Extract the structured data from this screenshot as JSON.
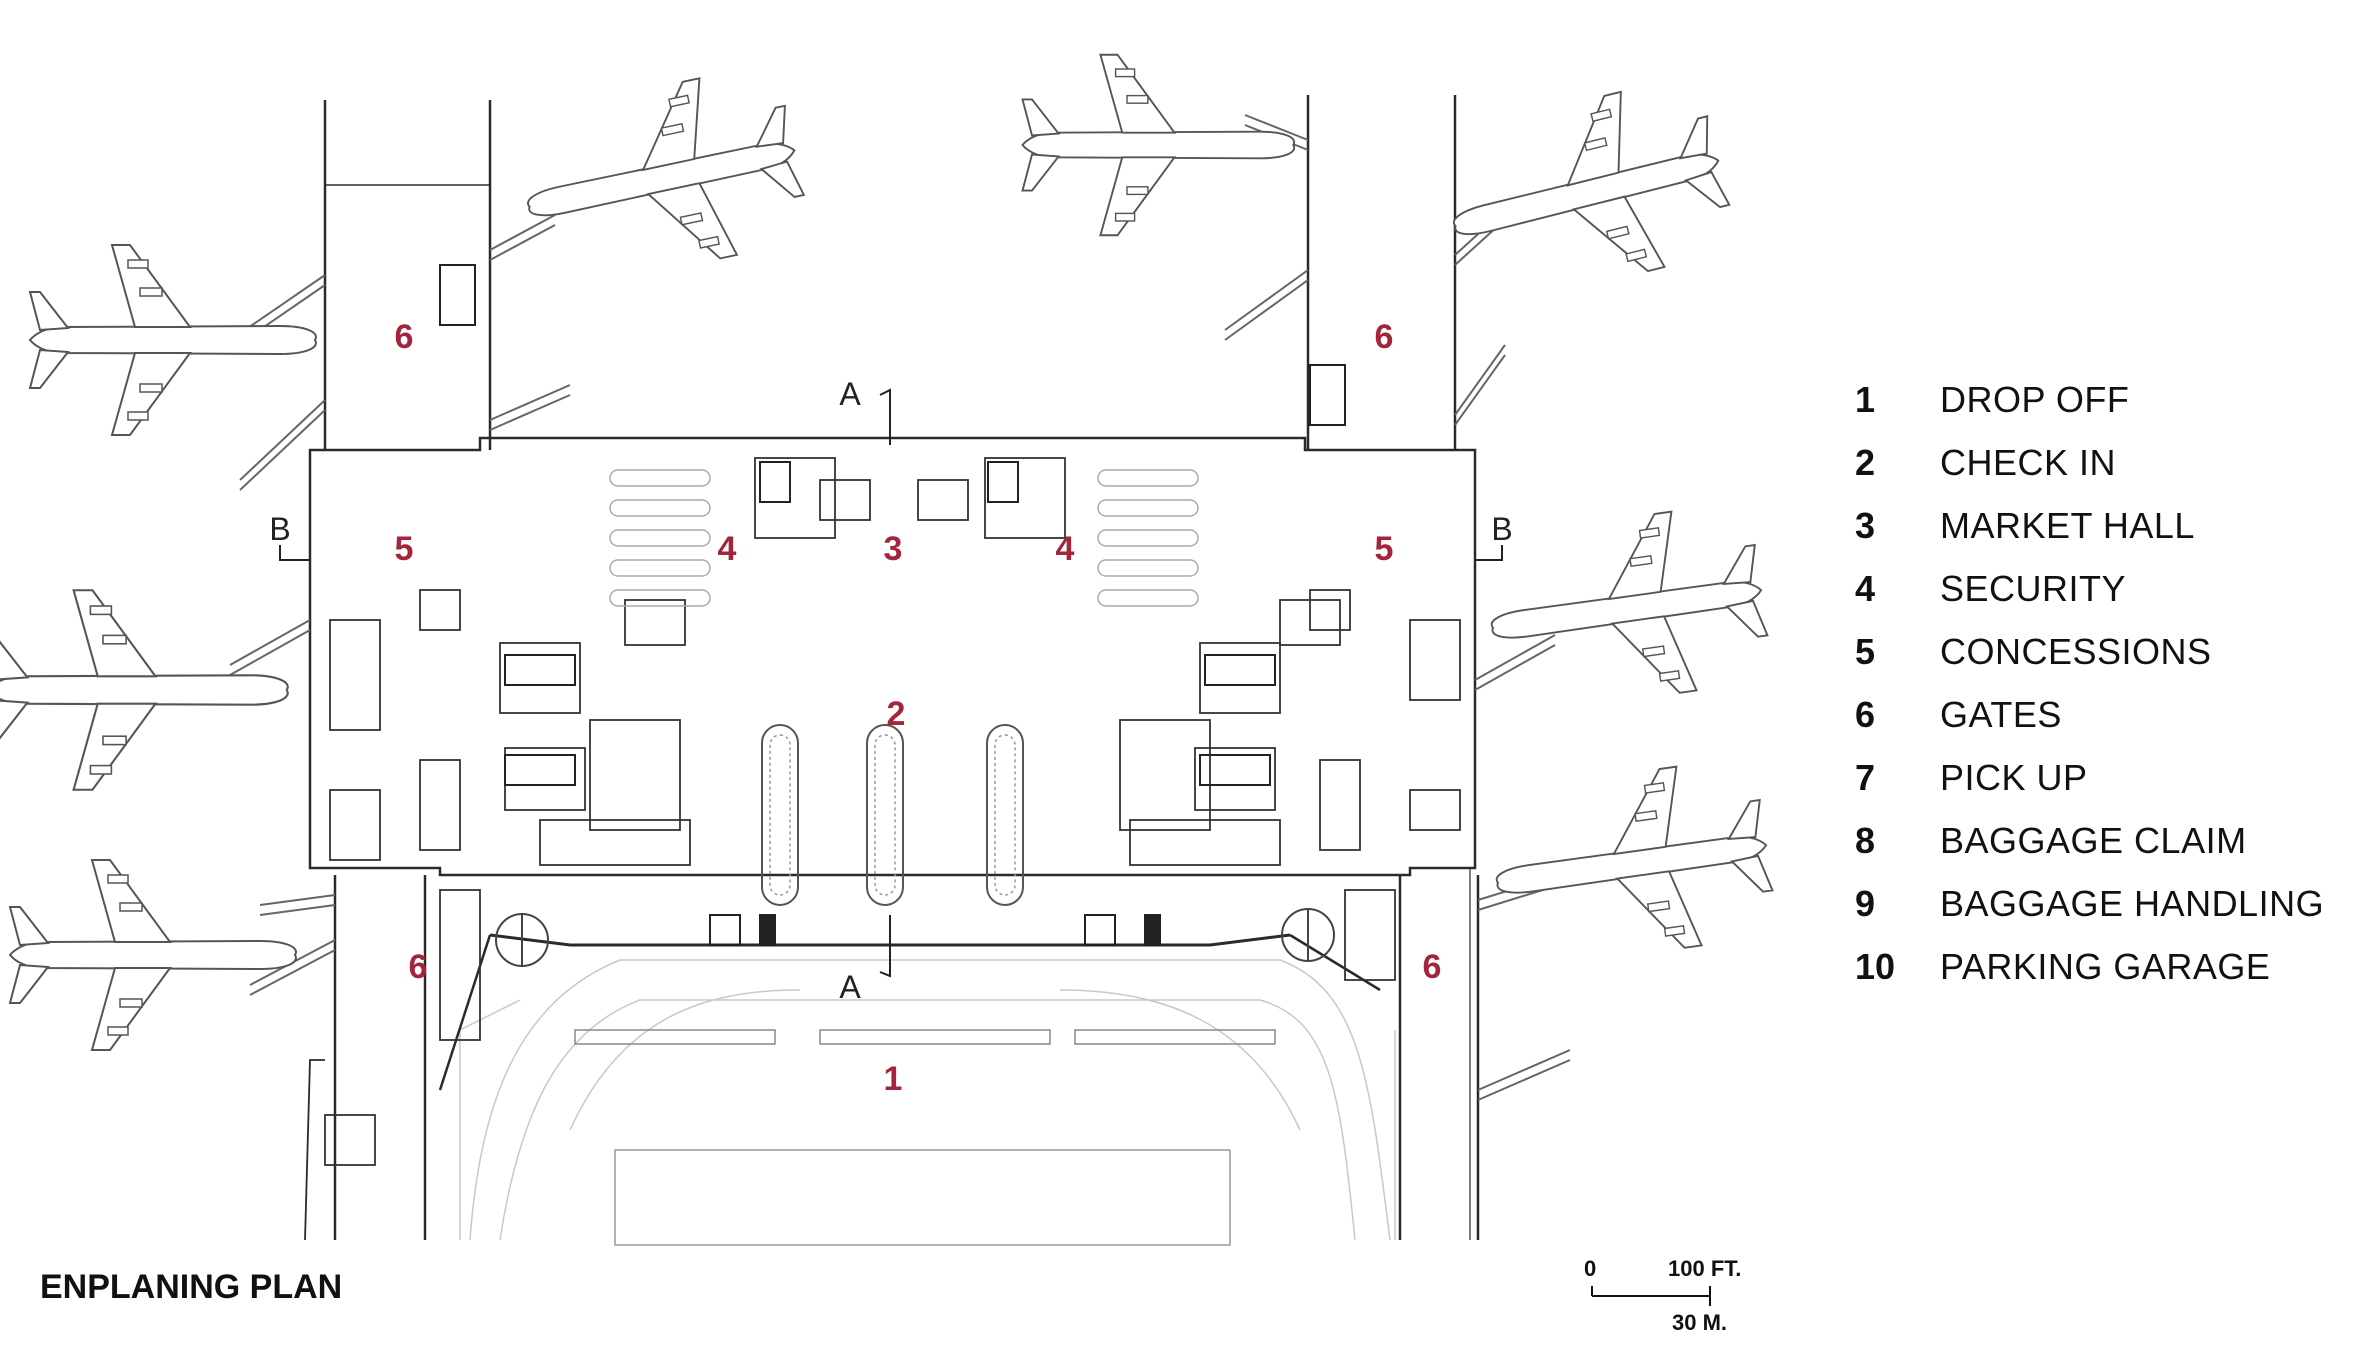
{
  "title": "ENPLANING PLAN",
  "colors": {
    "label": "#a3243b",
    "line": "#2a2a2a",
    "light": "#b8b8b8"
  },
  "zone_labels": [
    {
      "id": "gates-nw",
      "text": "6"
    },
    {
      "id": "gates-ne",
      "text": "6"
    },
    {
      "id": "concessions-w",
      "text": "5"
    },
    {
      "id": "security-w",
      "text": "4"
    },
    {
      "id": "market-hall",
      "text": "3"
    },
    {
      "id": "security-e",
      "text": "4"
    },
    {
      "id": "concessions-e",
      "text": "5"
    },
    {
      "id": "check-in",
      "text": "2"
    },
    {
      "id": "gates-sw",
      "text": "6"
    },
    {
      "id": "gates-se",
      "text": "6"
    },
    {
      "id": "drop-off",
      "text": "1"
    }
  ],
  "section_marks": {
    "a_top": "A",
    "a_bottom": "A",
    "b_left": "B",
    "b_right": "B"
  },
  "legend": [
    {
      "num": "1",
      "label": "DROP OFF"
    },
    {
      "num": "2",
      "label": "CHECK IN"
    },
    {
      "num": "3",
      "label": "MARKET HALL"
    },
    {
      "num": "4",
      "label": "SECURITY"
    },
    {
      "num": "5",
      "label": "CONCESSIONS"
    },
    {
      "num": "6",
      "label": "GATES"
    },
    {
      "num": "7",
      "label": "PICK UP"
    },
    {
      "num": "8",
      "label": "BAGGAGE CLAIM"
    },
    {
      "num": "9",
      "label": "BAGGAGE HANDLING"
    },
    {
      "num": "10",
      "label": "PARKING GARAGE"
    }
  ],
  "scale_bar": {
    "zero": "0",
    "feet": "100 FT.",
    "meters": "30 M."
  }
}
